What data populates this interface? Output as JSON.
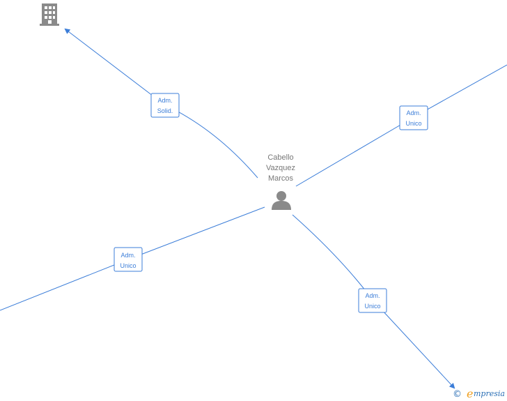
{
  "center_person": {
    "name_lines": [
      "Cabello",
      "Vazquez",
      "Marcos"
    ],
    "icon": "person-icon"
  },
  "company_node": {
    "icon": "building-icon"
  },
  "relations": [
    {
      "id": "rel-top-left",
      "label_lines": [
        "Adm.",
        "Solid."
      ],
      "color": "#3b7dd8"
    },
    {
      "id": "rel-top-right",
      "label_lines": [
        "Adm.",
        "Unico"
      ],
      "color": "#3b7dd8"
    },
    {
      "id": "rel-left",
      "label_lines": [
        "Adm.",
        "Unico"
      ],
      "color": "#3b7dd8"
    },
    {
      "id": "rel-bottom-right",
      "label_lines": [
        "Adm.",
        "Unico"
      ],
      "color": "#3b7dd8"
    }
  ],
  "brand": {
    "copyright": "©",
    "first_letter": "e",
    "rest": "mpresia"
  }
}
